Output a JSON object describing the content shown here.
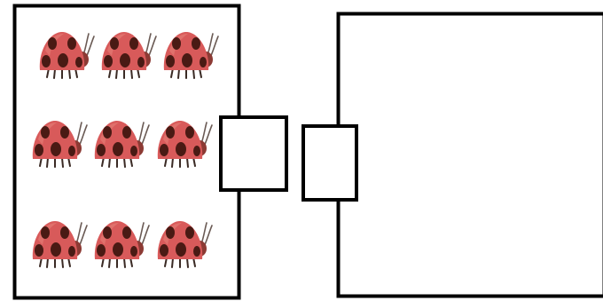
{
  "diagram": {
    "background_color": "#ffffff",
    "stroke_color": "#000000",
    "left_panel": {
      "content": "ladybug-icon",
      "ladybug_rows": 3,
      "ladybugs_per_row": 3,
      "ladybug_count": 9
    },
    "right_panel": {
      "content": "empty"
    },
    "connector_boxes": [
      {
        "name": "left-connector-box",
        "content": "empty"
      },
      {
        "name": "right-connector-box",
        "content": "empty"
      }
    ],
    "ladybug_colors": {
      "body": "#d85a5a",
      "body_highlight": "#e47a74",
      "spots": "#4a1a14",
      "legs": "#3a2a24",
      "head": "#8c3a34",
      "antenna": "#6a5a54"
    }
  }
}
